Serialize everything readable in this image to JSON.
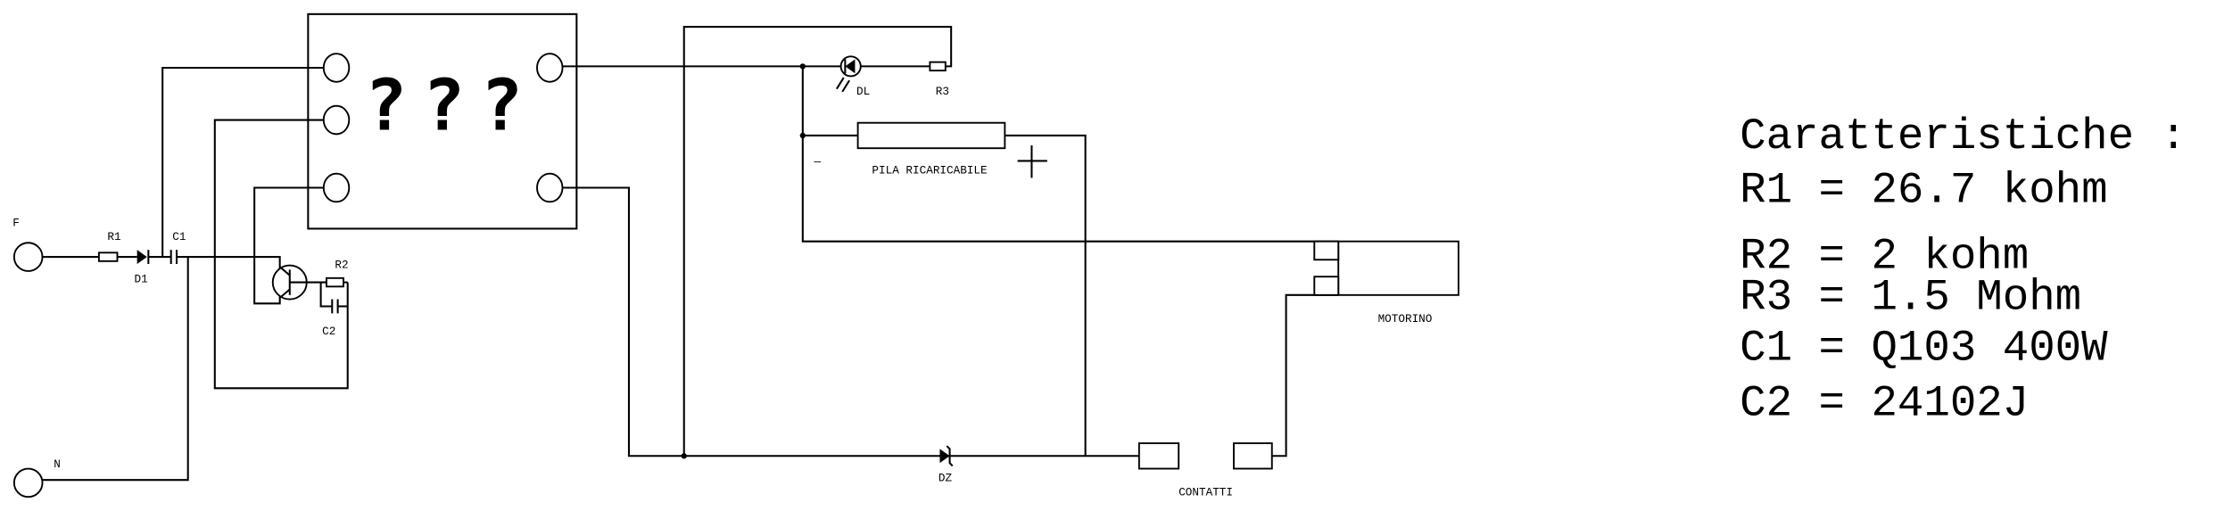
{
  "chip": {
    "label": "???"
  },
  "terminals": {
    "f": "F",
    "n": "N"
  },
  "components": {
    "r1": "R1",
    "d1": "D1",
    "c1": "C1",
    "r2": "R2",
    "c2": "C2",
    "dl": "DL",
    "r3": "R3",
    "battery": "PILA RICARICABILE",
    "battery_minus": "—",
    "battery_plus": "+",
    "dz": "DZ",
    "contacts": "CONTATTI",
    "motor": "MOTORINO"
  },
  "specs": {
    "title": "Caratteristiche :",
    "lines": [
      "R1 = 26.7 kohm",
      "R2 = 2 kohm",
      "R3 = 1.5 Mohm",
      "C1 = Q103 400W",
      "C2 = 24102J"
    ]
  }
}
